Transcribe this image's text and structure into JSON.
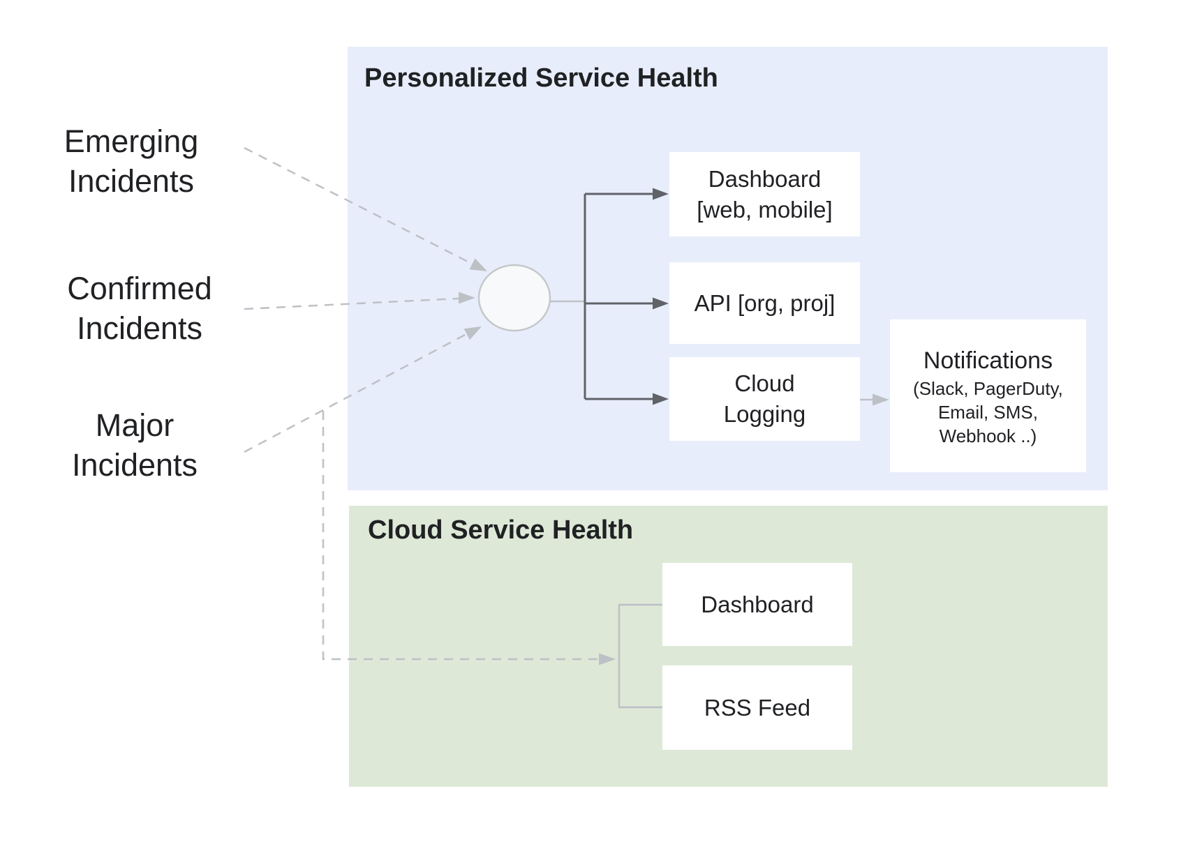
{
  "diagram": {
    "sources": [
      {
        "label": "Emerging\nIncidents"
      },
      {
        "label": "Confirmed\nIncidents"
      },
      {
        "label": "Major\nIncidents"
      }
    ],
    "personalized": {
      "title": "Personalized Service Health",
      "dashboard": "Dashboard\n[web, mobile]",
      "api": "API [org, proj]",
      "cloud_logging": "Cloud\nLogging",
      "notifications_title": "Notifications",
      "notifications_channels": "(Slack, PagerDuty,\nEmail, SMS,\nWebhook ..)"
    },
    "cloud": {
      "title": "Cloud Service Health",
      "dashboard": "Dashboard",
      "rss": "RSS Feed"
    },
    "colors": {
      "panel_blue": "#e8edfb",
      "panel_green": "#dee8d7",
      "connector_dark": "#5f6368",
      "connector_light": "#bdc1c6",
      "text": "#202124",
      "node_fill": "#f8f9fa",
      "node_border": "#c5c8cb",
      "box_bg": "#ffffff"
    }
  }
}
